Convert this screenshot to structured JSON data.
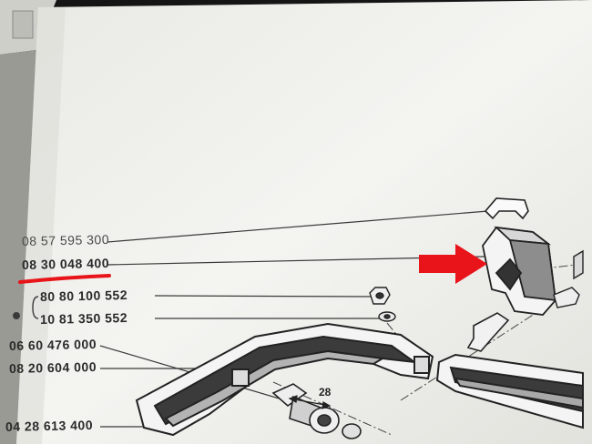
{
  "part_numbers": {
    "p1": "08 57 595 300",
    "p2": "08 30 048 400",
    "p3": "80 80 100 552",
    "p4": "10 81 350 552",
    "p5": "06 60 476 000",
    "p6": "08 20 604 000",
    "p7": "04 28 613 400"
  },
  "dimension_label": "28",
  "colors": {
    "highlight": "#e8141a",
    "paper": "#f2f2ef",
    "ink": "#2b2b2b"
  }
}
